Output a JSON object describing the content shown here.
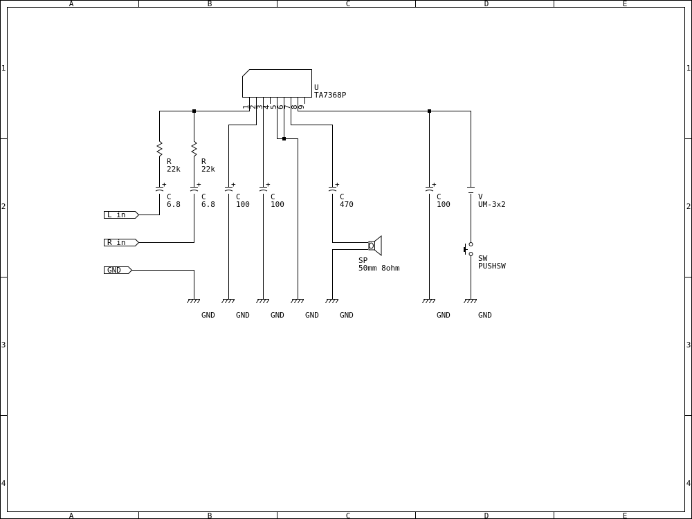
{
  "border": {
    "columns": [
      "A",
      "B",
      "C",
      "D",
      "E"
    ],
    "rows": [
      "1",
      "2",
      "3",
      "4"
    ]
  },
  "ic": {
    "ref": "U",
    "part": "TA7368P",
    "pins": [
      "1",
      "2",
      "3",
      "4",
      "5",
      "6",
      "7",
      "8",
      "9"
    ]
  },
  "resistors": [
    {
      "ref": "R",
      "value": "22k"
    },
    {
      "ref": "R",
      "value": "22k"
    }
  ],
  "capacitors": [
    {
      "ref": "C",
      "value": "6.8"
    },
    {
      "ref": "C",
      "value": "6.8"
    },
    {
      "ref": "C",
      "value": "100"
    },
    {
      "ref": "C",
      "value": "100"
    },
    {
      "ref": "C",
      "value": "470"
    },
    {
      "ref": "C",
      "value": "100"
    }
  ],
  "speaker": {
    "ref": "SP",
    "value": "50mm 8ohm"
  },
  "battery": {
    "ref": "V",
    "value": "UM-3x2"
  },
  "switch": {
    "ref": "SW",
    "value": "PUSHSW"
  },
  "ports": [
    {
      "label": "L in"
    },
    {
      "label": "R in"
    },
    {
      "label": "GND"
    }
  ],
  "grounds": [
    "GND",
    "GND",
    "GND",
    "GND",
    "GND",
    "GND",
    "GND"
  ]
}
